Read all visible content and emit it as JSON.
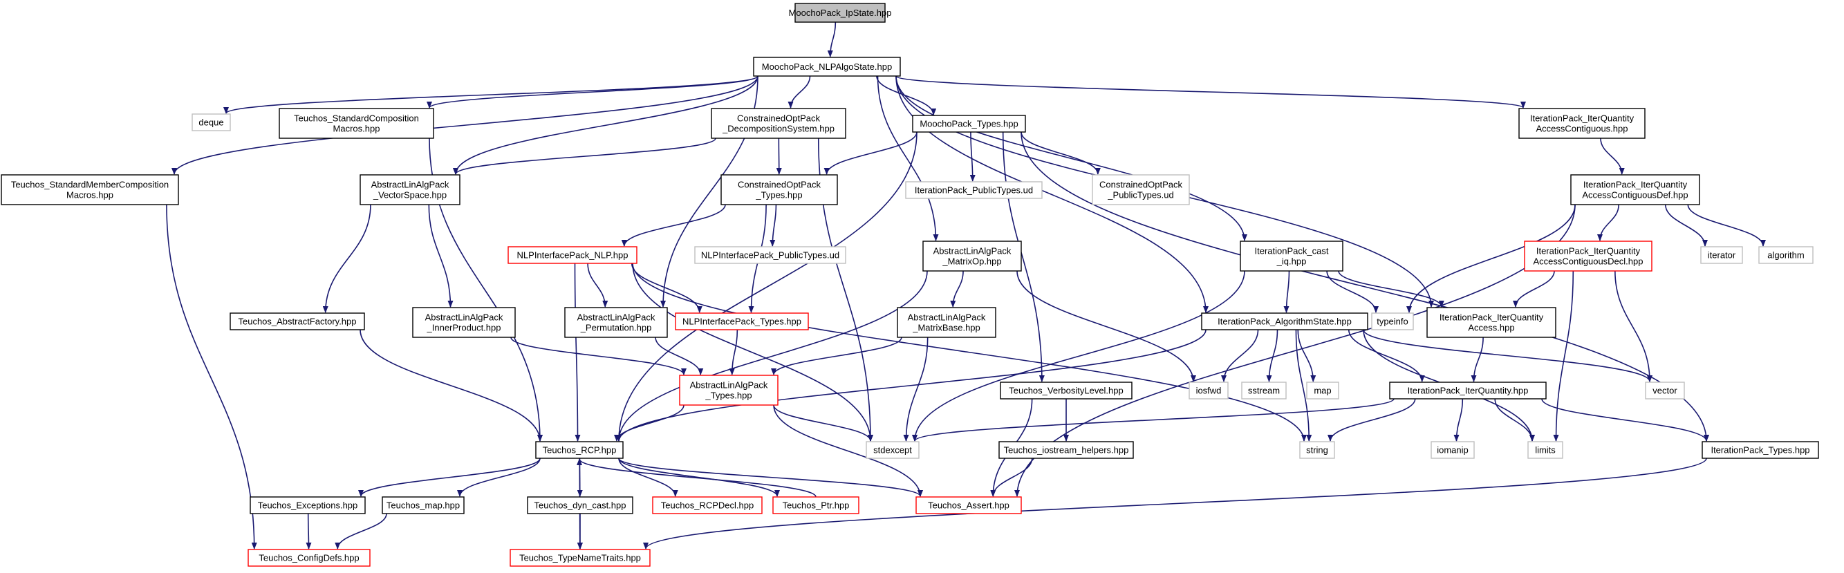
{
  "colors": {
    "edge": "#191970",
    "border_normal": "#000000",
    "border_red": "#ff0000",
    "border_gray": "#bfbfbf",
    "fill_root": "#bfbfbf",
    "fill_normal": "#ffffff"
  },
  "nodes": [
    {
      "id": "ipstate",
      "lines": [
        "MoochoPack_IpState.hpp"
      ],
      "style": "root"
    },
    {
      "id": "nlpalgo",
      "lines": [
        "MoochoPack_NLPAlgoState.hpp"
      ],
      "style": "normal"
    },
    {
      "id": "deque",
      "lines": [
        "deque"
      ],
      "style": "gray"
    },
    {
      "id": "tscm",
      "lines": [
        "Teuchos_StandardComposition",
        "Macros.hpp"
      ],
      "style": "normal"
    },
    {
      "id": "cods",
      "lines": [
        "ConstrainedOptPack",
        "_DecompositionSystem.hpp"
      ],
      "style": "normal"
    },
    {
      "id": "mptypes",
      "lines": [
        "MoochoPack_Types.hpp"
      ],
      "style": "normal"
    },
    {
      "id": "iqac",
      "lines": [
        "IterationPack_IterQuantity",
        "AccessContiguous.hpp"
      ],
      "style": "normal"
    },
    {
      "id": "tsmcm",
      "lines": [
        "Teuchos_StandardMemberComposition",
        "Macros.hpp"
      ],
      "style": "normal"
    },
    {
      "id": "alvs",
      "lines": [
        "AbstractLinAlgPack",
        "_VectorSpace.hpp"
      ],
      "style": "normal"
    },
    {
      "id": "cotypes",
      "lines": [
        "ConstrainedOptPack",
        "_Types.hpp"
      ],
      "style": "normal"
    },
    {
      "id": "ipput",
      "lines": [
        "IterationPack_PublicTypes.ud"
      ],
      "style": "gray"
    },
    {
      "id": "coput",
      "lines": [
        "ConstrainedOptPack",
        "_PublicTypes.ud"
      ],
      "style": "gray"
    },
    {
      "id": "iqacdef",
      "lines": [
        "IterationPack_IterQuantity",
        "AccessContiguousDef.hpp"
      ],
      "style": "normal"
    },
    {
      "id": "nlpnlp",
      "lines": [
        "NLPInterfacePack_NLP.hpp"
      ],
      "style": "red"
    },
    {
      "id": "nlpput",
      "lines": [
        "NLPInterfacePack_PublicTypes.ud"
      ],
      "style": "gray"
    },
    {
      "id": "almo",
      "lines": [
        "AbstractLinAlgPack",
        "_MatrixOp.hpp"
      ],
      "style": "normal"
    },
    {
      "id": "ipcast",
      "lines": [
        "IterationPack_cast",
        "_iq.hpp"
      ],
      "style": "normal"
    },
    {
      "id": "iqacdecl",
      "lines": [
        "IterationPack_IterQuantity",
        "AccessContiguousDecl.hpp"
      ],
      "style": "red"
    },
    {
      "id": "iterator",
      "lines": [
        "iterator"
      ],
      "style": "gray"
    },
    {
      "id": "algorithm",
      "lines": [
        "algorithm"
      ],
      "style": "gray"
    },
    {
      "id": "taf",
      "lines": [
        "Teuchos_AbstractFactory.hpp"
      ],
      "style": "normal"
    },
    {
      "id": "alip",
      "lines": [
        "AbstractLinAlgPack",
        "_InnerProduct.hpp"
      ],
      "style": "normal"
    },
    {
      "id": "alperm",
      "lines": [
        "AbstractLinAlgPack",
        "_Permutation.hpp"
      ],
      "style": "normal"
    },
    {
      "id": "nlptypes",
      "lines": [
        "NLPInterfacePack_Types.hpp"
      ],
      "style": "red"
    },
    {
      "id": "almb",
      "lines": [
        "AbstractLinAlgPack",
        "_MatrixBase.hpp"
      ],
      "style": "normal"
    },
    {
      "id": "ipalgostate",
      "lines": [
        "IterationPack_AlgorithmState.hpp"
      ],
      "style": "normal"
    },
    {
      "id": "typeinfo",
      "lines": [
        "typeinfo"
      ],
      "style": "gray"
    },
    {
      "id": "iqaccess",
      "lines": [
        "IterationPack_IterQuantity",
        "Access.hpp"
      ],
      "style": "normal"
    },
    {
      "id": "altypes",
      "lines": [
        "AbstractLinAlgPack",
        "_Types.hpp"
      ],
      "style": "red"
    },
    {
      "id": "tvl",
      "lines": [
        "Teuchos_VerbosityLevel.hpp"
      ],
      "style": "normal"
    },
    {
      "id": "iosfwd",
      "lines": [
        "iosfwd"
      ],
      "style": "gray"
    },
    {
      "id": "sstream",
      "lines": [
        "sstream"
      ],
      "style": "gray"
    },
    {
      "id": "map",
      "lines": [
        "map"
      ],
      "style": "gray"
    },
    {
      "id": "ipiq",
      "lines": [
        "IterationPack_IterQuantity.hpp"
      ],
      "style": "normal"
    },
    {
      "id": "vector",
      "lines": [
        "vector"
      ],
      "style": "gray"
    },
    {
      "id": "trcp",
      "lines": [
        "Teuchos_RCP.hpp"
      ],
      "style": "normal"
    },
    {
      "id": "stdexcept",
      "lines": [
        "stdexcept"
      ],
      "style": "gray"
    },
    {
      "id": "tioh",
      "lines": [
        "Teuchos_iostream_helpers.hpp"
      ],
      "style": "normal"
    },
    {
      "id": "string",
      "lines": [
        "string"
      ],
      "style": "gray"
    },
    {
      "id": "iomanip",
      "lines": [
        "iomanip"
      ],
      "style": "gray"
    },
    {
      "id": "limits",
      "lines": [
        "limits"
      ],
      "style": "gray"
    },
    {
      "id": "iptypes",
      "lines": [
        "IterationPack_Types.hpp"
      ],
      "style": "normal"
    },
    {
      "id": "texc",
      "lines": [
        "Teuchos_Exceptions.hpp"
      ],
      "style": "normal"
    },
    {
      "id": "tmap",
      "lines": [
        "Teuchos_map.hpp"
      ],
      "style": "normal"
    },
    {
      "id": "tdyn",
      "lines": [
        "Teuchos_dyn_cast.hpp"
      ],
      "style": "normal"
    },
    {
      "id": "trcpdecl",
      "lines": [
        "Teuchos_RCPDecl.hpp"
      ],
      "style": "red"
    },
    {
      "id": "tptr",
      "lines": [
        "Teuchos_Ptr.hpp"
      ],
      "style": "red"
    },
    {
      "id": "tassert",
      "lines": [
        "Teuchos_Assert.hpp"
      ],
      "style": "red"
    },
    {
      "id": "tconfig",
      "lines": [
        "Teuchos_ConfigDefs.hpp"
      ],
      "style": "red"
    },
    {
      "id": "ttnt",
      "lines": [
        "Teuchos_TypeNameTraits.hpp"
      ],
      "style": "red"
    }
  ],
  "edges": [
    [
      "ipstate",
      "nlpalgo"
    ],
    [
      "nlpalgo",
      "deque"
    ],
    [
      "nlpalgo",
      "tscm"
    ],
    [
      "nlpalgo",
      "cods"
    ],
    [
      "nlpalgo",
      "mptypes"
    ],
    [
      "nlpalgo",
      "iqac"
    ],
    [
      "nlpalgo",
      "tsmcm"
    ],
    [
      "nlpalgo",
      "alvs"
    ],
    [
      "nlpalgo",
      "alperm"
    ],
    [
      "nlpalgo",
      "almo"
    ],
    [
      "nlpalgo",
      "ipcast"
    ],
    [
      "nlpalgo",
      "ipalgostate"
    ],
    [
      "nlpalgo",
      "iqaccess"
    ],
    [
      "tscm",
      "trcp"
    ],
    [
      "cods",
      "alvs"
    ],
    [
      "cods",
      "cotypes"
    ],
    [
      "cods",
      "stdexcept"
    ],
    [
      "mptypes",
      "trcp"
    ],
    [
      "mptypes",
      "cotypes"
    ],
    [
      "mptypes",
      "ipput"
    ],
    [
      "mptypes",
      "coput"
    ],
    [
      "mptypes",
      "tvl"
    ],
    [
      "mptypes",
      "iptypes"
    ],
    [
      "iqac",
      "iqacdef"
    ],
    [
      "tsmcm",
      "tconfig"
    ],
    [
      "alvs",
      "taf"
    ],
    [
      "alvs",
      "alip"
    ],
    [
      "cotypes",
      "nlpnlp"
    ],
    [
      "cotypes",
      "nlpput"
    ],
    [
      "cotypes",
      "nlptypes"
    ],
    [
      "iqacdef",
      "iqacdecl"
    ],
    [
      "iqacdef",
      "typeinfo"
    ],
    [
      "iqacdef",
      "iterator"
    ],
    [
      "iqacdef",
      "algorithm"
    ],
    [
      "iqacdef",
      "tassert"
    ],
    [
      "nlpnlp",
      "alperm"
    ],
    [
      "nlpnlp",
      "nlptypes"
    ],
    [
      "nlpnlp",
      "trcp"
    ],
    [
      "nlpnlp",
      "stdexcept"
    ],
    [
      "nlpnlp",
      "string"
    ],
    [
      "almo",
      "almb"
    ],
    [
      "almo",
      "iosfwd"
    ],
    [
      "almo",
      "trcp"
    ],
    [
      "ipcast",
      "ipalgostate"
    ],
    [
      "ipcast",
      "typeinfo"
    ],
    [
      "ipcast",
      "iqaccess"
    ],
    [
      "ipcast",
      "stdexcept"
    ],
    [
      "iqacdecl",
      "iqaccess"
    ],
    [
      "iqacdecl",
      "vector"
    ],
    [
      "iqacdecl",
      "limits"
    ],
    [
      "taf",
      "trcp"
    ],
    [
      "alip",
      "altypes"
    ],
    [
      "alperm",
      "altypes"
    ],
    [
      "nlptypes",
      "altypes"
    ],
    [
      "almb",
      "altypes"
    ],
    [
      "almb",
      "stdexcept"
    ],
    [
      "ipalgostate",
      "trcp"
    ],
    [
      "ipalgostate",
      "iosfwd"
    ],
    [
      "ipalgostate",
      "sstream"
    ],
    [
      "ipalgostate",
      "map"
    ],
    [
      "ipalgostate",
      "string"
    ],
    [
      "ipalgostate",
      "ipiq"
    ],
    [
      "ipalgostate",
      "vector"
    ],
    [
      "ipalgostate",
      "limits"
    ],
    [
      "iqaccess",
      "ipiq"
    ],
    [
      "altypes",
      "trcp"
    ],
    [
      "altypes",
      "stdexcept"
    ],
    [
      "altypes",
      "tassert"
    ],
    [
      "tvl",
      "tioh"
    ],
    [
      "tvl",
      "tassert"
    ],
    [
      "ipiq",
      "stdexcept"
    ],
    [
      "ipiq",
      "string"
    ],
    [
      "ipiq",
      "iomanip"
    ],
    [
      "ipiq",
      "limits"
    ],
    [
      "ipiq",
      "iptypes"
    ],
    [
      "trcp",
      "texc"
    ],
    [
      "trcp",
      "tmap"
    ],
    [
      "trcp",
      "tdyn"
    ],
    [
      "trcp",
      "trcpdecl"
    ],
    [
      "trcp",
      "tptr"
    ],
    [
      "trcp",
      "ttnt"
    ],
    [
      "trcp",
      "tassert"
    ],
    [
      "tioh",
      "tassert"
    ],
    [
      "iptypes",
      "ttnt"
    ],
    [
      "texc",
      "tconfig"
    ],
    [
      "tmap",
      "tconfig"
    ],
    [
      "tdyn",
      "ttnt"
    ],
    [
      "tptr",
      "trcp"
    ]
  ]
}
